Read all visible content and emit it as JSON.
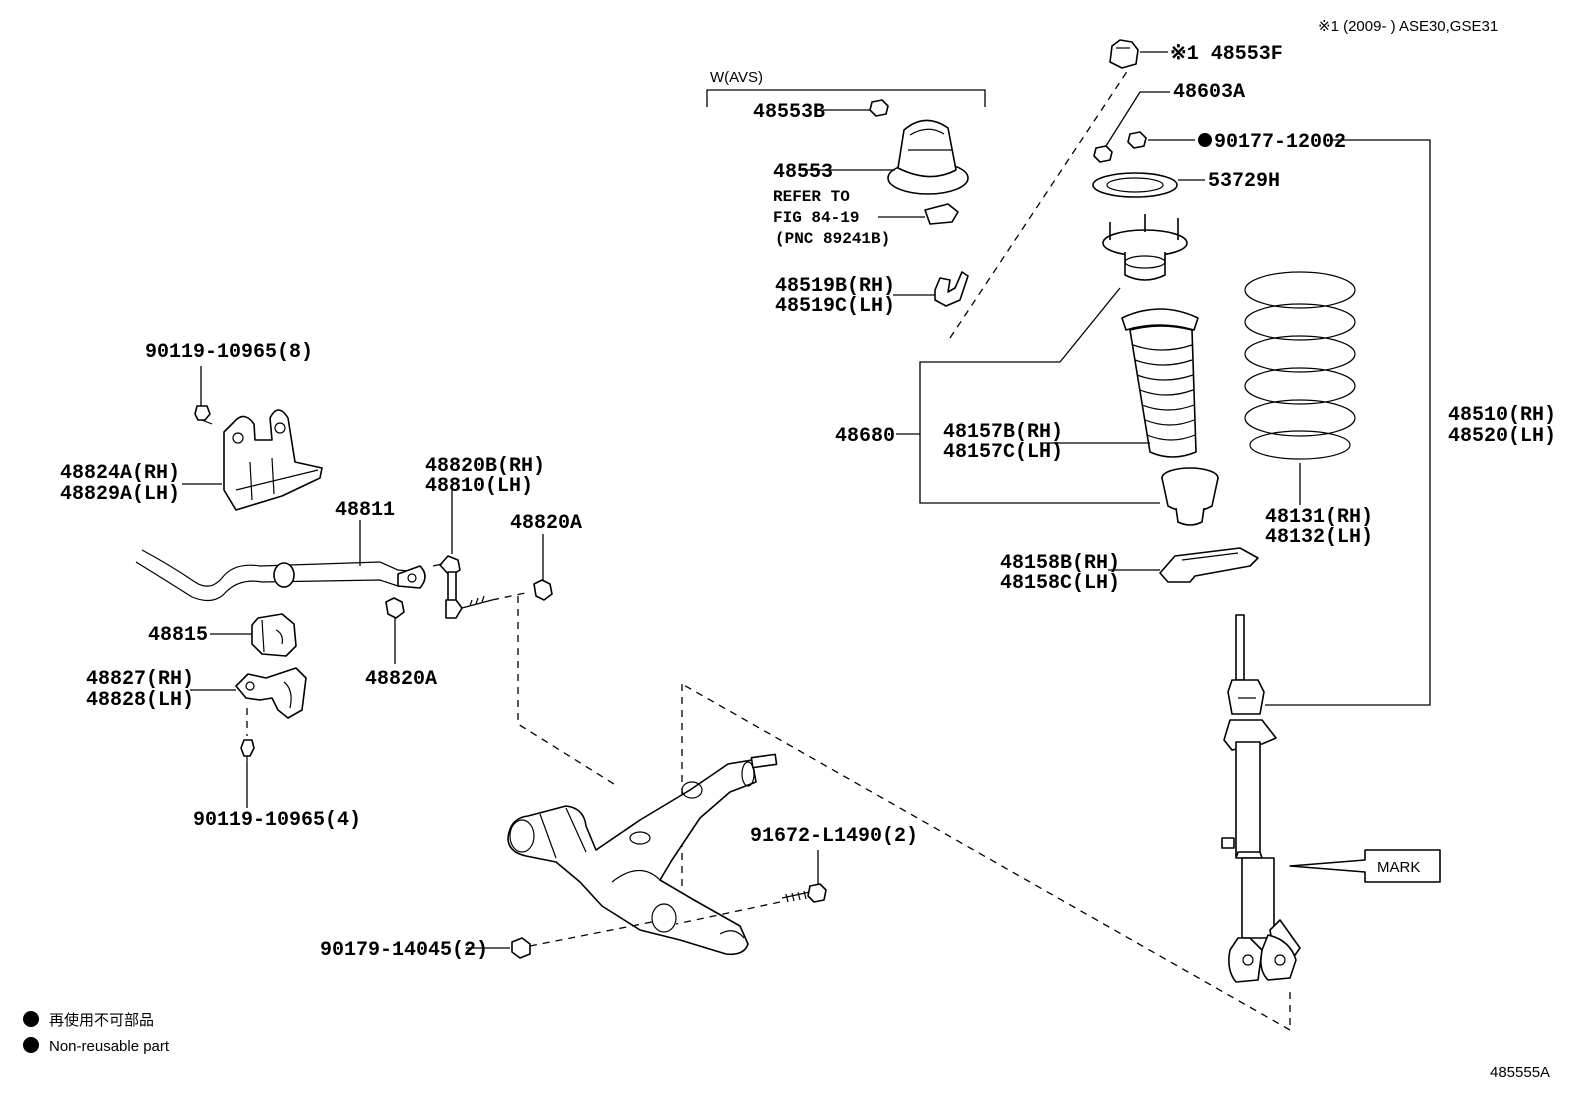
{
  "header": {
    "applicability": "※1 (2009-      ) ASE30,GSE31"
  },
  "group_labels": {
    "avs": "W(AVS)"
  },
  "labels": {
    "p48553F": "※1 48553F",
    "p48603A": "48603A",
    "p90177": "90177-12002",
    "p53729H": "53729H",
    "p48553B": "48553B",
    "p48553": "48553",
    "refer1": "REFER TO",
    "refer2": "FIG 84-19",
    "refer3": "(PNC 89241B)",
    "p48519B": "48519B(RH)",
    "p48519C": "48519C(LH)",
    "p48680": "48680",
    "p48157B": "48157B(RH)",
    "p48157C": "48157C(LH)",
    "p48510": "48510(RH)",
    "p48520": "48520(LH)",
    "p48131": "48131(RH)",
    "p48132": "48132(LH)",
    "p48158B": "48158B(RH)",
    "p48158C": "48158C(LH)",
    "mark": "MARK",
    "p90119a": "90119-10965(8)",
    "p48824A": "48824A(RH)",
    "p48829A": "48829A(LH)",
    "p48811": "48811",
    "p48820B": "48820B(RH)",
    "p48810": "48810(LH)",
    "p48820A_r": "48820A",
    "p48815": "48815",
    "p48820A_b": "48820A",
    "p48827": "48827(RH)",
    "p48828": "48828(LH)",
    "p90119b": "90119-10965(4)",
    "p91672": "91672-L1490(2)",
    "p90179": "90179-14045(2)"
  },
  "legend": {
    "jp": "再使用不可部品",
    "en": "Non-reusable part"
  },
  "figure_id": "485555A"
}
